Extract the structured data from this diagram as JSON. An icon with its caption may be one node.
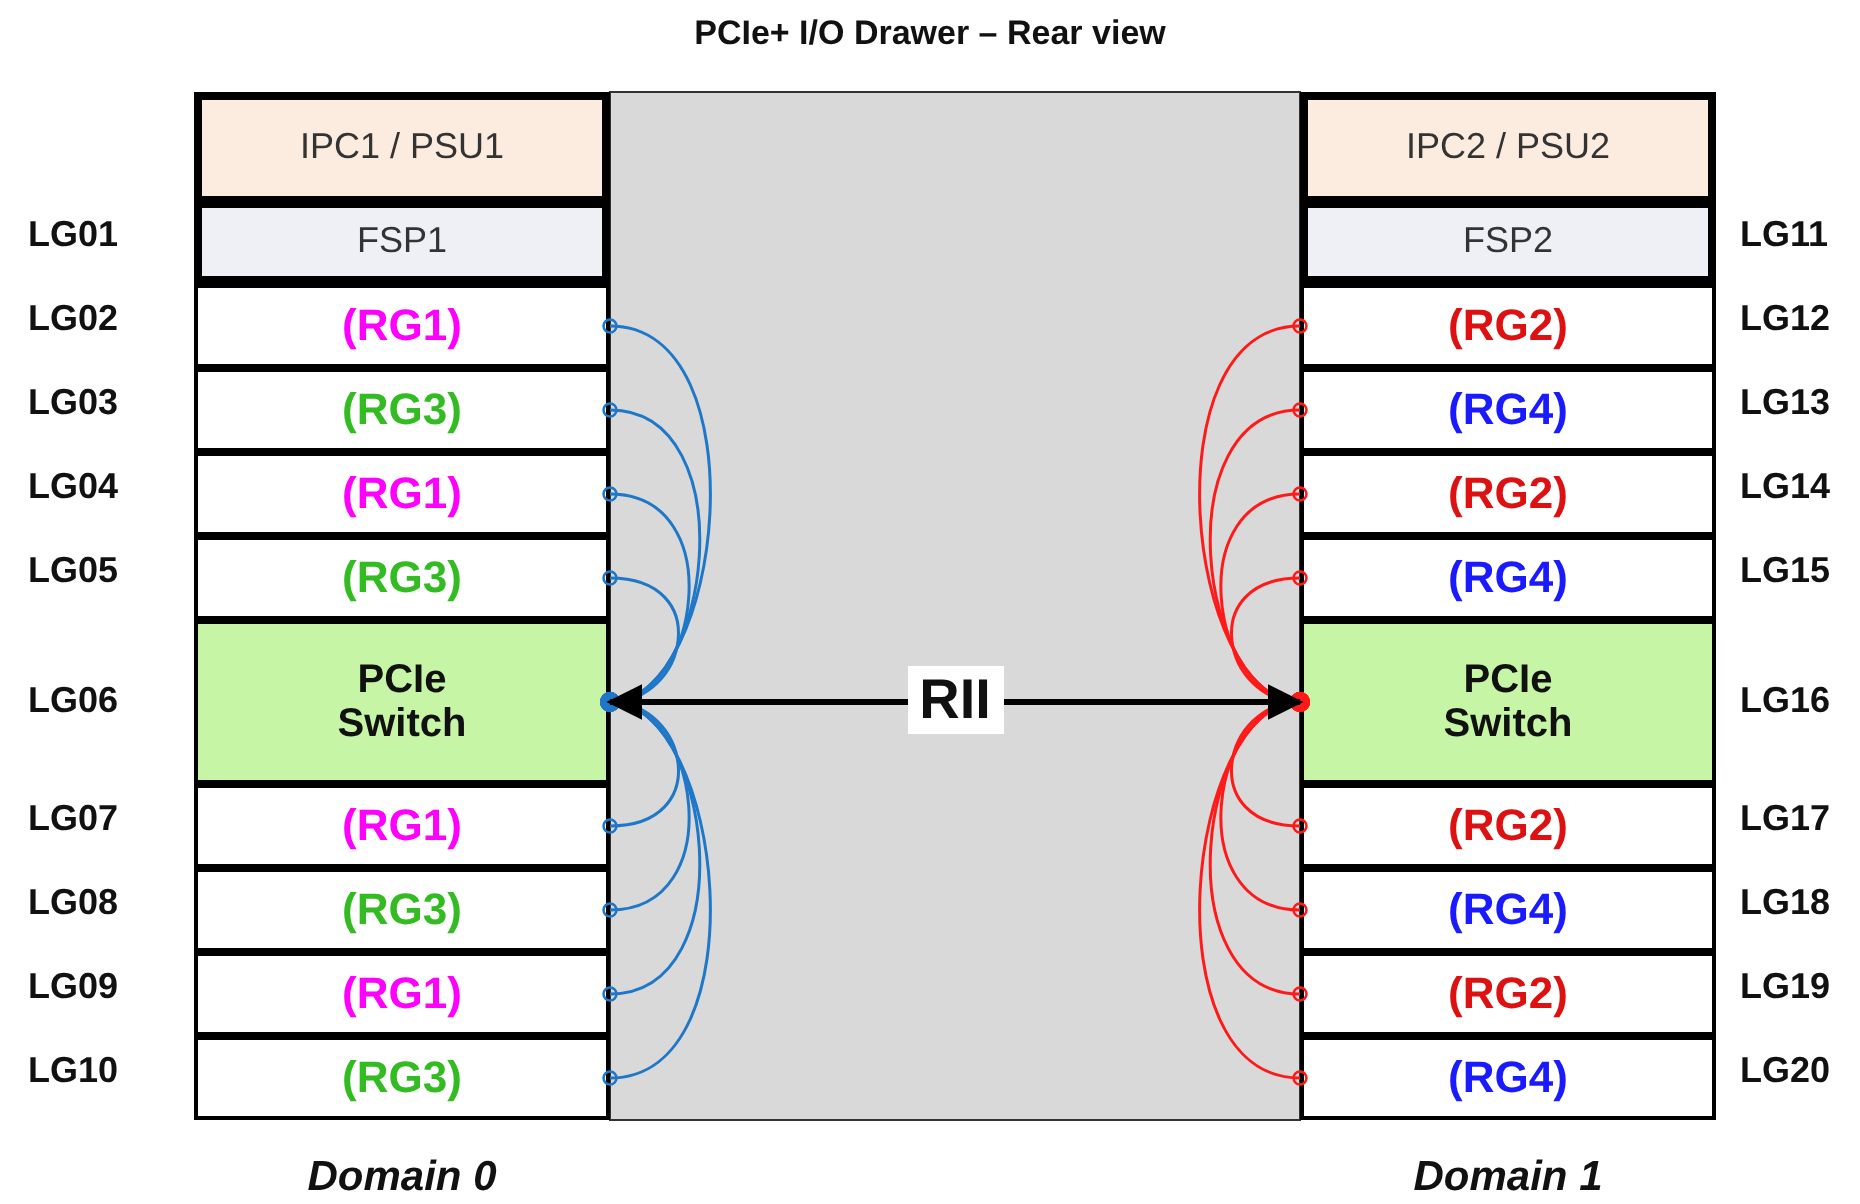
{
  "diagram": {
    "title": "PCIe+ I/O Drawer – Rear view",
    "nodes": [
      {
        "text": [
          "IPC1 / PSU1"
        ]
      },
      {
        "text": [
          "FSP1"
        ],
        "beside": [
          "LG01"
        ]
      },
      {
        "text": [
          "(RG1)"
        ],
        "beside": [
          "LG02"
        ]
      },
      {
        "text": [
          "(RG3)"
        ],
        "beside": [
          "LG03"
        ]
      },
      {
        "text": [
          "(RG1)"
        ],
        "beside": [
          "LG04"
        ]
      },
      {
        "text": [
          "(RG3)"
        ],
        "beside": [
          "LG05"
        ]
      },
      {
        "text": [
          "PCIe Switch"
        ],
        "beside": [
          "LG06"
        ]
      },
      {
        "text": [
          "(RG1)"
        ],
        "beside": [
          "LG07"
        ]
      },
      {
        "text": [
          "(RG3)"
        ],
        "beside": [
          "LG08"
        ]
      },
      {
        "text": [
          "(RG1)"
        ],
        "beside": [
          "LG09"
        ]
      },
      {
        "text": [
          "(RG3)"
        ],
        "beside": [
          "LG10"
        ]
      },
      {
        "text": [
          "IPC2 / PSU2"
        ]
      },
      {
        "text": [
          "FSP2"
        ],
        "beside": [
          "LG11"
        ]
      },
      {
        "text": [
          "(RG2)"
        ],
        "beside": [
          "LG12"
        ]
      },
      {
        "text": [
          "(RG4)"
        ],
        "beside": [
          "LG13"
        ]
      },
      {
        "text": [
          "(RG2)"
        ],
        "beside": [
          "LG14"
        ]
      },
      {
        "text": [
          "(RG4)"
        ],
        "beside": [
          "LG15"
        ]
      },
      {
        "text": [
          "PCIe Switch"
        ],
        "beside": [
          "LG16"
        ]
      },
      {
        "text": [
          "(RG2)"
        ],
        "beside": [
          "LG17"
        ]
      },
      {
        "text": [
          "(RG4)"
        ],
        "beside": [
          "LG18"
        ]
      },
      {
        "text": [
          "(RG2)"
        ],
        "beside": [
          "LG19"
        ]
      },
      {
        "text": [
          "(RG4)"
        ],
        "beside": [
          "LG20"
        ]
      }
    ],
    "edges": [
      {
        "from": 2,
        "to": 6,
        "arrow": "other",
        "color": "#1f77c8"
      },
      {
        "from": 3,
        "to": 6,
        "arrow": "other",
        "color": "#1f77c8"
      },
      {
        "from": 4,
        "to": 6,
        "arrow": "other",
        "color": "#1f77c8"
      },
      {
        "from": 5,
        "to": 6,
        "arrow": "other",
        "color": "#1f77c8"
      },
      {
        "from": 7,
        "to": 6,
        "arrow": "other",
        "color": "#1f77c8"
      },
      {
        "from": 8,
        "to": 6,
        "arrow": "other",
        "color": "#1f77c8"
      },
      {
        "from": 9,
        "to": 6,
        "arrow": "other",
        "color": "#1f77c8"
      },
      {
        "from": 10,
        "to": 6,
        "arrow": "other",
        "color": "#1f77c8"
      },
      {
        "from": 13,
        "to": 17,
        "arrow": "other",
        "color": "#ff1a1a"
      },
      {
        "from": 14,
        "to": 17,
        "arrow": "other",
        "color": "#ff1a1a"
      },
      {
        "from": 15,
        "to": 17,
        "arrow": "other",
        "color": "#ff1a1a"
      },
      {
        "from": 16,
        "to": 17,
        "arrow": "other",
        "color": "#ff1a1a"
      },
      {
        "from": 18,
        "to": 17,
        "arrow": "other",
        "color": "#ff1a1a"
      },
      {
        "from": 19,
        "to": 17,
        "arrow": "other",
        "color": "#ff1a1a"
      },
      {
        "from": 20,
        "to": 17,
        "arrow": "other",
        "color": "#ff1a1a"
      },
      {
        "from": 21,
        "to": 17,
        "arrow": "other",
        "color": "#ff1a1a"
      },
      {
        "from": 6,
        "to": 17,
        "arrow": "both",
        "label": "RII",
        "style": "thick",
        "color": "#000000"
      }
    ],
    "labels": [
      "Domain 0",
      "Domain 1"
    ]
  }
}
